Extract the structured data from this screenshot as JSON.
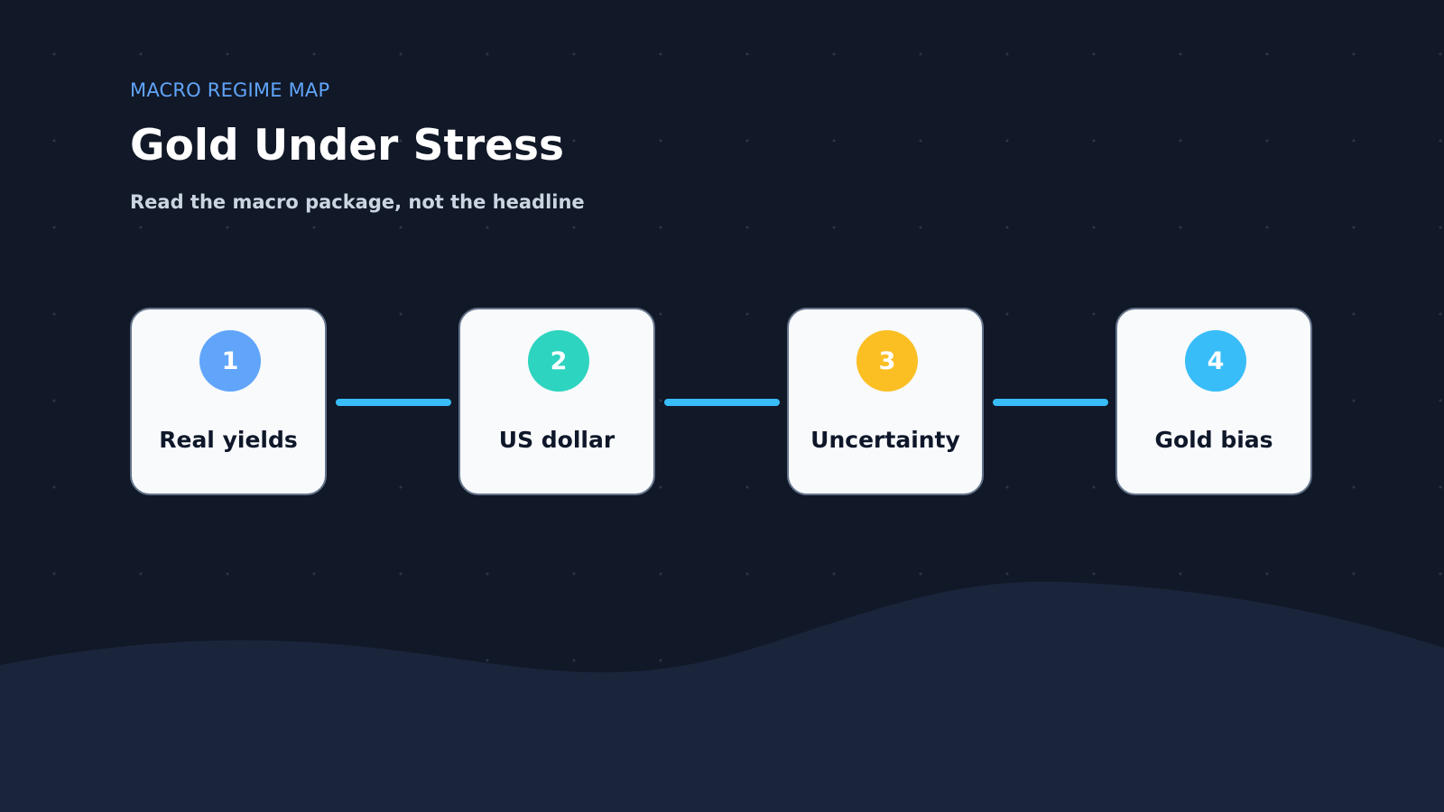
{
  "header": {
    "kicker": "MACRO REGIME MAP",
    "title": "Gold Under Stress",
    "subtitle": "Read the macro package, not the headline"
  },
  "flow": {
    "nodes": [
      {
        "number": "1",
        "label": "Real yields",
        "color": "#60a5fa"
      },
      {
        "number": "2",
        "label": "US dollar",
        "color": "#2dd4bf"
      },
      {
        "number": "3",
        "label": "Uncertainty",
        "color": "#fbbf24"
      },
      {
        "number": "4",
        "label": "Gold bias",
        "color": "#38bdf8"
      }
    ],
    "connector_color": "#38bdf8"
  },
  "colors": {
    "background": "#111827",
    "wave": "#1a243a",
    "card": "#f8fafc",
    "accent": "#60a5fa"
  }
}
